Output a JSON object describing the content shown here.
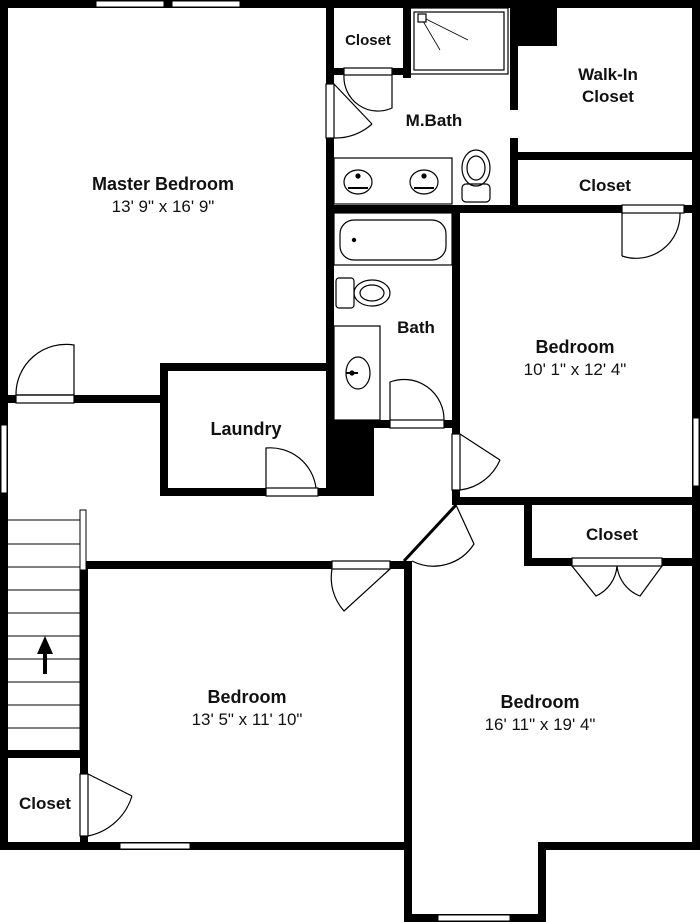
{
  "rooms": {
    "master_bedroom": {
      "name": "Master Bedroom",
      "dims": "13' 9\" x 16' 9\""
    },
    "closet_top": {
      "name": "Closet"
    },
    "mbath": {
      "name": "M.Bath"
    },
    "walk_in_closet": {
      "line1": "Walk-In",
      "line2": "Closet"
    },
    "closet_right_upper": {
      "name": "Closet"
    },
    "bath": {
      "name": "Bath"
    },
    "bedroom_right": {
      "name": "Bedroom",
      "dims": "10' 1\" x 12' 4\""
    },
    "laundry": {
      "name": "Laundry"
    },
    "closet_right_lower": {
      "name": "Closet"
    },
    "bedroom_center": {
      "name": "Bedroom",
      "dims": "13' 5\" x 11' 10\""
    },
    "bedroom_large": {
      "name": "Bedroom",
      "dims": "16' 11\" x 19' 4\""
    },
    "closet_left": {
      "name": "Closet"
    }
  },
  "colors": {
    "wall": "#000000",
    "background": "#ffffff",
    "fixture": "#555555"
  },
  "icons": {
    "stairs_direction": "up-arrow-icon"
  }
}
